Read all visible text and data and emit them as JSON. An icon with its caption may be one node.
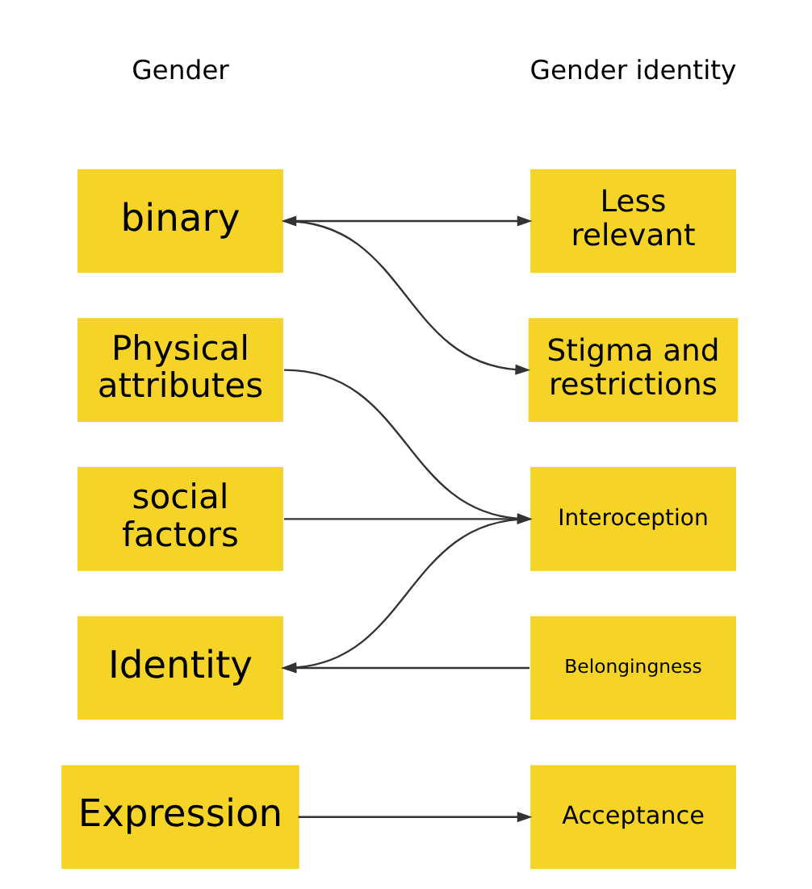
{
  "diagram": {
    "nodes": [
      {
        "text": [
          "binary"
        ]
      },
      {
        "text": [
          "Physical attributes"
        ]
      },
      {
        "text": [
          "social factors"
        ]
      },
      {
        "text": [
          "Identity"
        ]
      },
      {
        "text": [
          "Expression"
        ]
      },
      {
        "text": [
          "Less relevant"
        ]
      },
      {
        "text": [
          "Stigma and restrictions"
        ]
      },
      {
        "text": [
          "Interoception"
        ]
      },
      {
        "text": [
          "Belongingness"
        ]
      },
      {
        "text": [
          "Acceptance"
        ]
      }
    ],
    "edges": [
      {
        "from": 0,
        "to": 5,
        "arrow": "both"
      },
      {
        "from": 0,
        "to": 6,
        "arrow": "to"
      },
      {
        "from": 1,
        "to": 7,
        "arrow": "to"
      },
      {
        "from": 2,
        "to": 7,
        "arrow": "to"
      },
      {
        "from": 7,
        "to": 3,
        "arrow": "to"
      },
      {
        "from": 8,
        "to": 3,
        "arrow": "to"
      },
      {
        "from": 4,
        "to": 9,
        "arrow": "to"
      }
    ],
    "labels": [
      "Gender",
      "Gender identity"
    ]
  }
}
